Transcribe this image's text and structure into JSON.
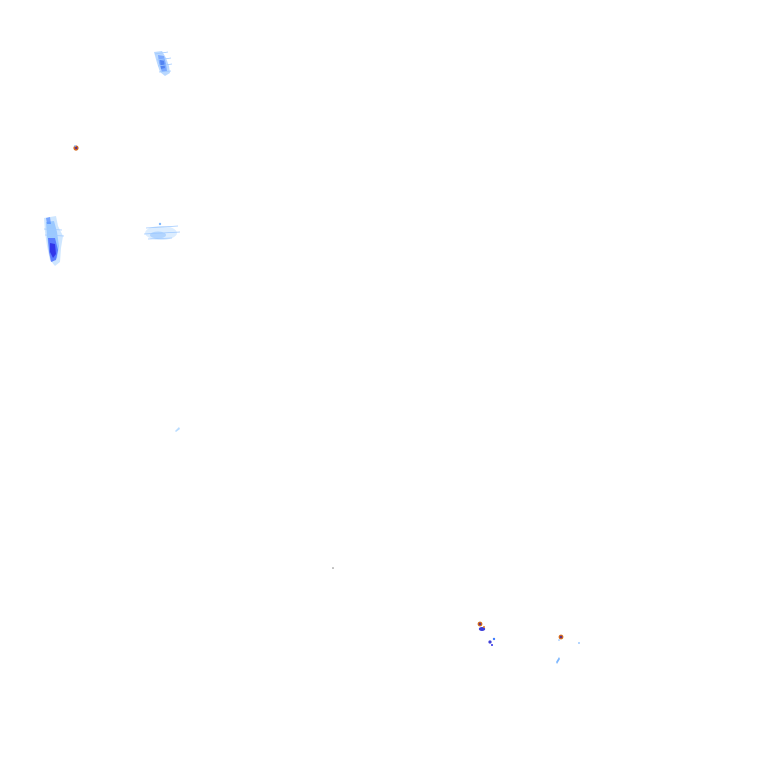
{
  "view": {
    "type": "weather-radar-overlay",
    "background_color": "#ffffff"
  },
  "legend": {
    "colors": {
      "light": "#b9dcff",
      "light_medium": "#7fb8ff",
      "medium": "#3f7cff",
      "heavy": "#2a2ae6",
      "intense_outline": "#d2691e",
      "intense_center": "#5a2a8a"
    }
  },
  "echoes": [
    {
      "id": "echo-north-west-band",
      "intensity": "light_medium"
    },
    {
      "id": "echo-small-cell-west",
      "intensity": "intense"
    },
    {
      "id": "echo-west-band",
      "intensity": "heavy"
    },
    {
      "id": "echo-west-cloud",
      "intensity": "light"
    },
    {
      "id": "echo-speck-mid-west",
      "intensity": "light"
    },
    {
      "id": "echo-speck-centre",
      "intensity": "light"
    },
    {
      "id": "echo-south-cluster-a",
      "intensity": "heavy"
    },
    {
      "id": "echo-south-cluster-b",
      "intensity": "intense"
    },
    {
      "id": "echo-south-speck",
      "intensity": "light"
    }
  ]
}
